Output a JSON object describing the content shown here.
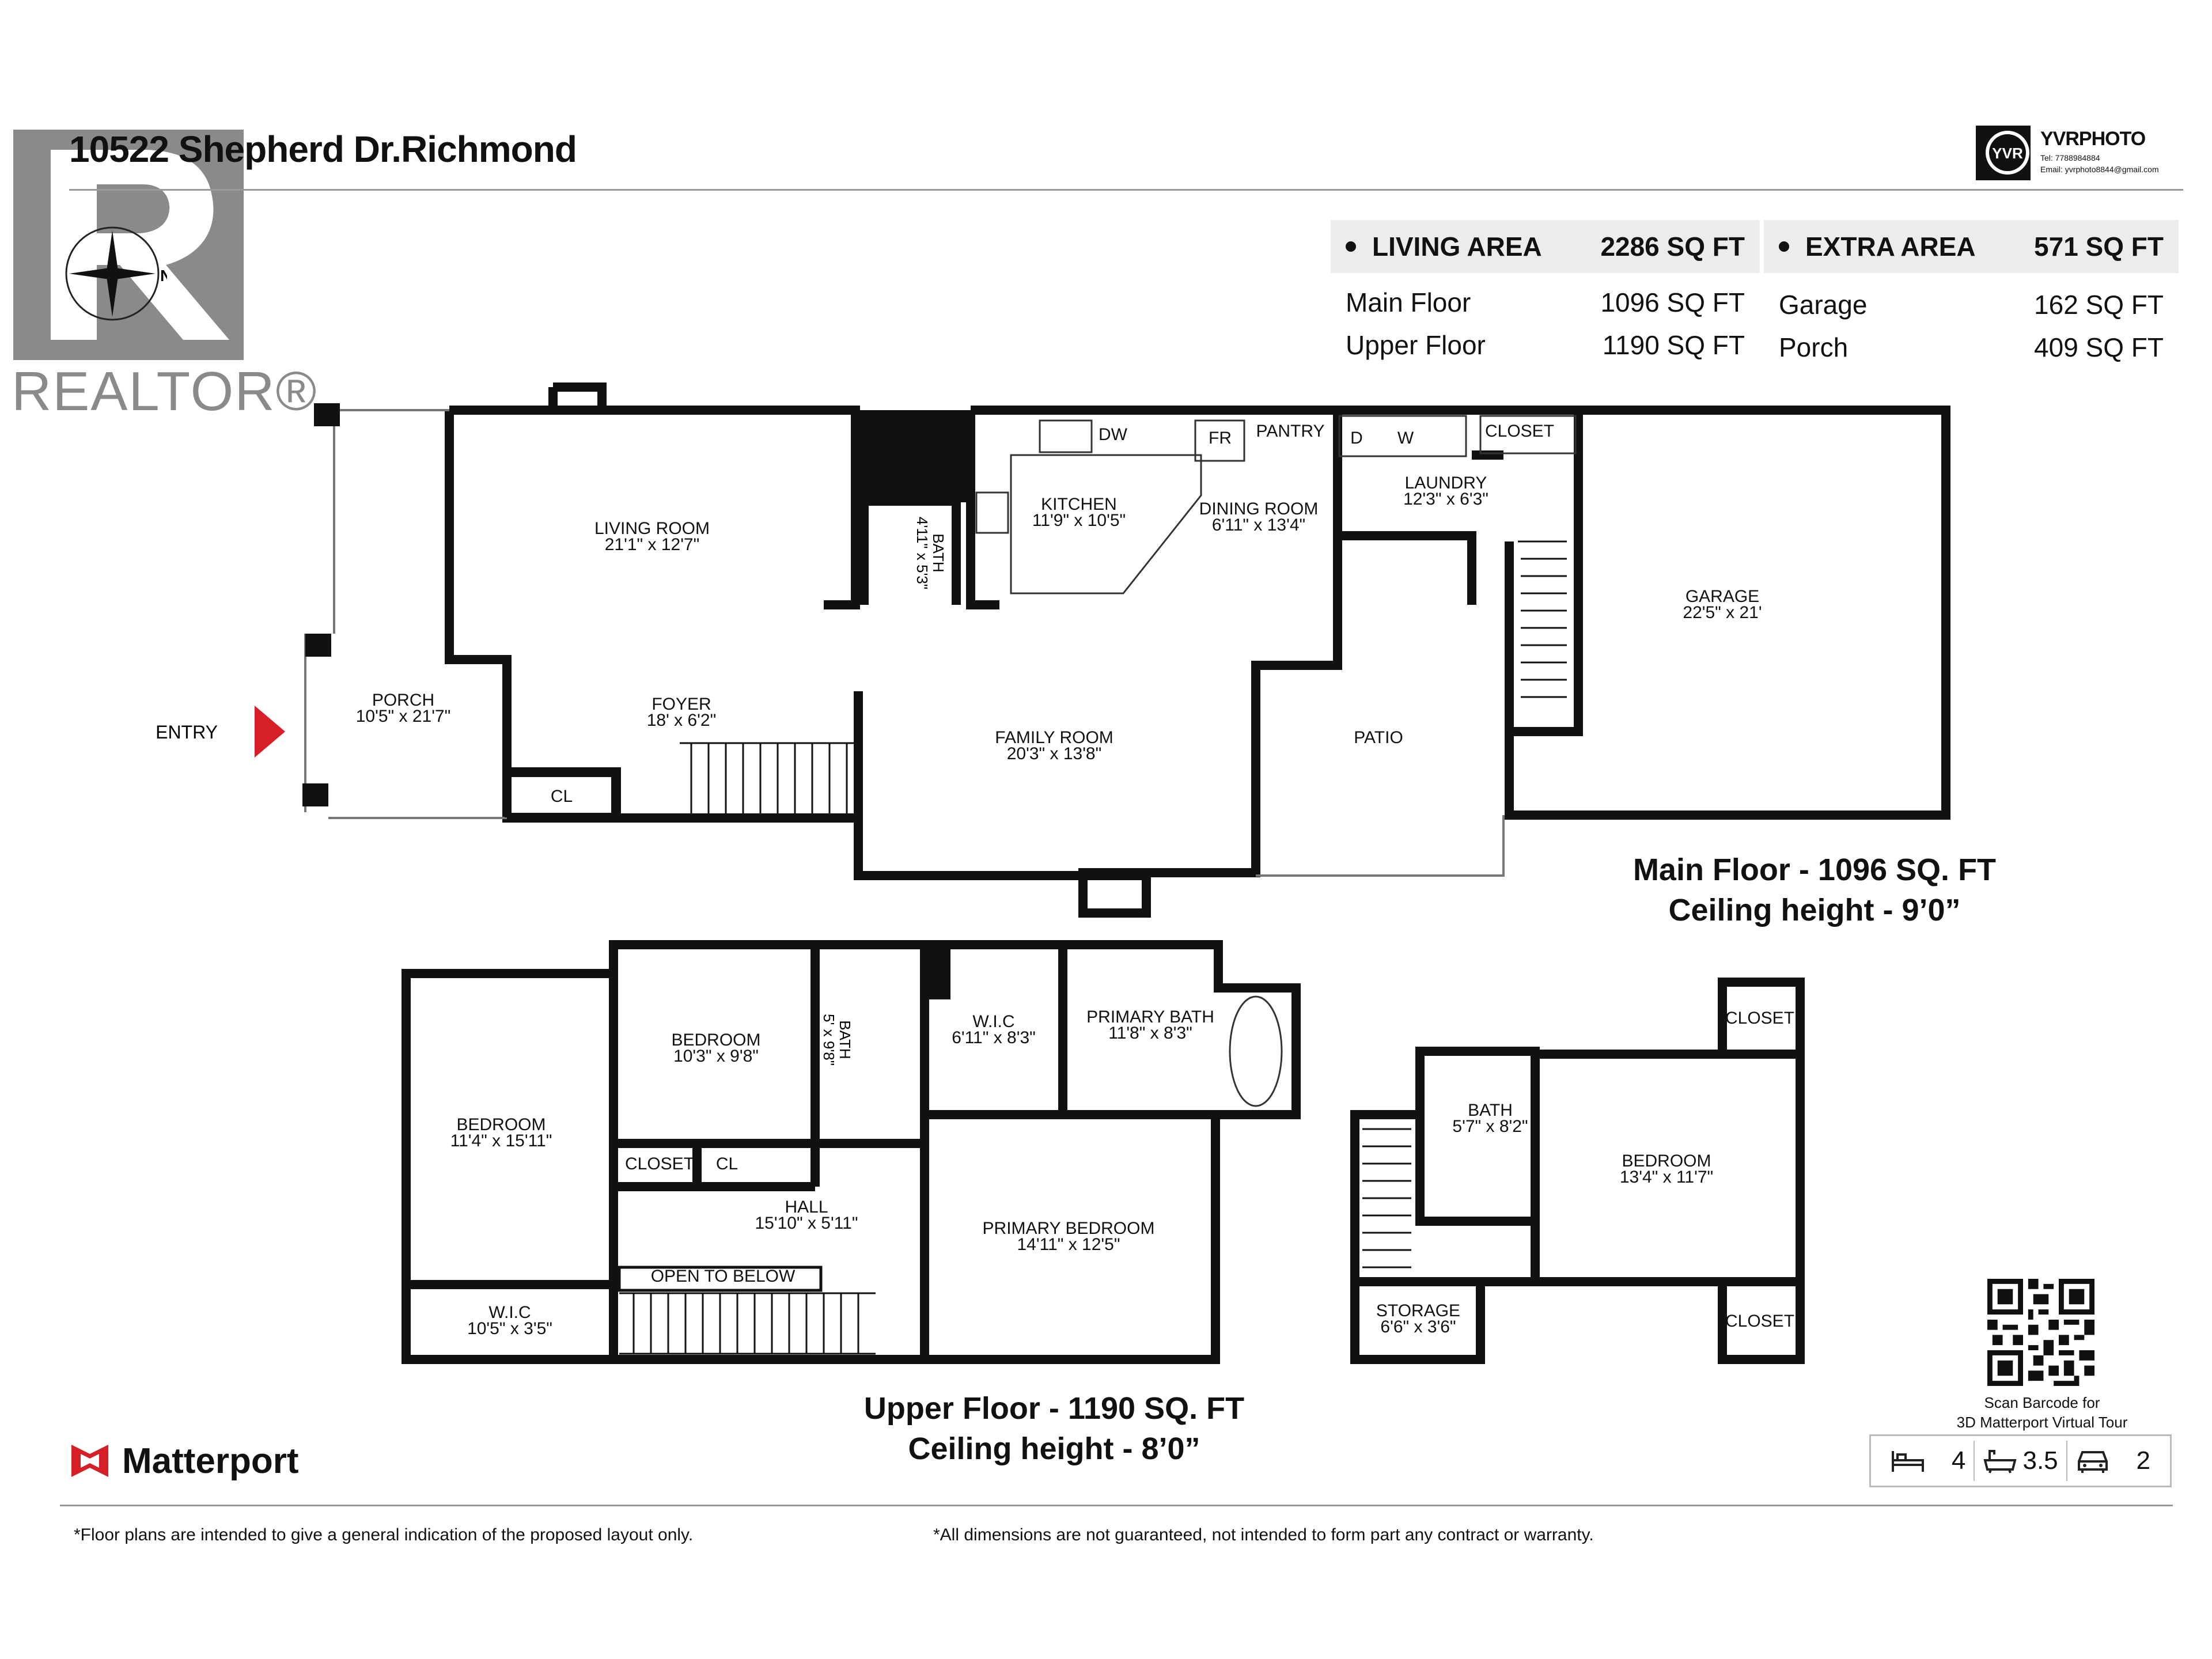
{
  "address": "10522 Shepherd Dr.Richmond",
  "realtor": {
    "wordmark": "REALTOR®"
  },
  "photographer": {
    "logo_text": "YVR",
    "name": "YVRPHOTO",
    "tel": "Tel: 7788984884",
    "email": "Email: yvrphoto8844@gmail.com"
  },
  "living_area": {
    "label": "LIVING AREA",
    "total": "2286 SQ FT",
    "rows": [
      {
        "name": "Main Floor",
        "value": "1096 SQ FT"
      },
      {
        "name": "Upper Floor",
        "value": "1190 SQ FT"
      }
    ]
  },
  "extra_area": {
    "label": "EXTRA AREA",
    "total": "571 SQ FT",
    "rows": [
      {
        "name": "Garage",
        "value": "162 SQ FT"
      },
      {
        "name": "Porch",
        "value": "409 SQ FT"
      }
    ]
  },
  "compass": {
    "north_label": "N"
  },
  "entry_label": "ENTRY",
  "main_floor": {
    "caption_line1": "Main Floor - 1096 SQ. FT",
    "caption_line2": "Ceiling height - 9’0”",
    "rooms": {
      "living": {
        "name": "LIVING ROOM",
        "dim": "21'1\" x 12'7\""
      },
      "kitchen": {
        "name": "KITCHEN",
        "dim": "11'9\" x 10'5\""
      },
      "dining": {
        "name": "DINING ROOM",
        "dim": "6'11\" x 13'4\""
      },
      "laundry": {
        "name": "LAUNDRY",
        "dim": "12'3\" x 6'3\""
      },
      "garage": {
        "name": "GARAGE",
        "dim": "22'5\" x 21'"
      },
      "porch": {
        "name": "PORCH",
        "dim": "10'5\" x 21'7\""
      },
      "foyer": {
        "name": "FOYER",
        "dim": "18' x 6'2\""
      },
      "family": {
        "name": "FAMILY ROOM",
        "dim": "20'3\" x 13'8\""
      },
      "patio": {
        "name": "PATIO"
      },
      "bath": {
        "name": "BATH",
        "dim": "4'11\" x 5'3\""
      },
      "cl": {
        "name": "CL"
      },
      "closet": {
        "name": "CLOSET"
      },
      "dw": {
        "name": "DW"
      },
      "fr": {
        "name": "FR"
      },
      "pantry": {
        "name": "PANTRY"
      },
      "d": {
        "name": "D"
      },
      "w": {
        "name": "W"
      }
    }
  },
  "upper_floor": {
    "caption_line1": "Upper Floor - 1190 SQ. FT",
    "caption_line2": "Ceiling height - 8’0”",
    "rooms": {
      "bedroom1": {
        "name": "BEDROOM",
        "dim": "11'4\" x 15'11\""
      },
      "bedroom2": {
        "name": "BEDROOM",
        "dim": "10'3\" x 9'8\""
      },
      "bath": {
        "name": "BATH",
        "dim": "5' x 9'8\""
      },
      "wic1": {
        "name": "W.I.C",
        "dim": "6'11\" x 8'3\""
      },
      "primary_bath": {
        "name": "PRIMARY BATH",
        "dim": "11'8\" x 8'3\""
      },
      "hall": {
        "name": "HALL",
        "dim": "15'10\" x 5'11\""
      },
      "primary_bedroom": {
        "name": "PRIMARY BEDROOM",
        "dim": "14'11\" x 12'5\""
      },
      "wic2": {
        "name": "W.I.C",
        "dim": "10'5\" x 3'5\""
      },
      "closet": {
        "name": "CLOSET"
      },
      "cl": {
        "name": "CL"
      },
      "open": {
        "name": "OPEN TO BELOW"
      },
      "bath2": {
        "name": "BATH",
        "dim": "5'7\" x 8'2\""
      },
      "bedroom3": {
        "name": "BEDROOM",
        "dim": "13'4\" x 11'7\""
      },
      "storage": {
        "name": "STORAGE",
        "dim": "6'6\" x 3'6\""
      },
      "closet_top": {
        "name": "CLOSET"
      },
      "closet_bottom": {
        "name": "CLOSET"
      }
    }
  },
  "matterport": {
    "name": "Matterport"
  },
  "qr": {
    "caption_line1": "Scan Barcode for",
    "caption_line2": "3D Matterport Virtual Tour"
  },
  "stats": {
    "bedrooms": "4",
    "bathrooms": "3.5",
    "garage": "2"
  },
  "disclaimers": {
    "left": "*Floor plans are intended to give a general indication of the proposed layout only.",
    "right": "*All dimensions are not guaranteed, not intended to form part any contract or warranty."
  }
}
